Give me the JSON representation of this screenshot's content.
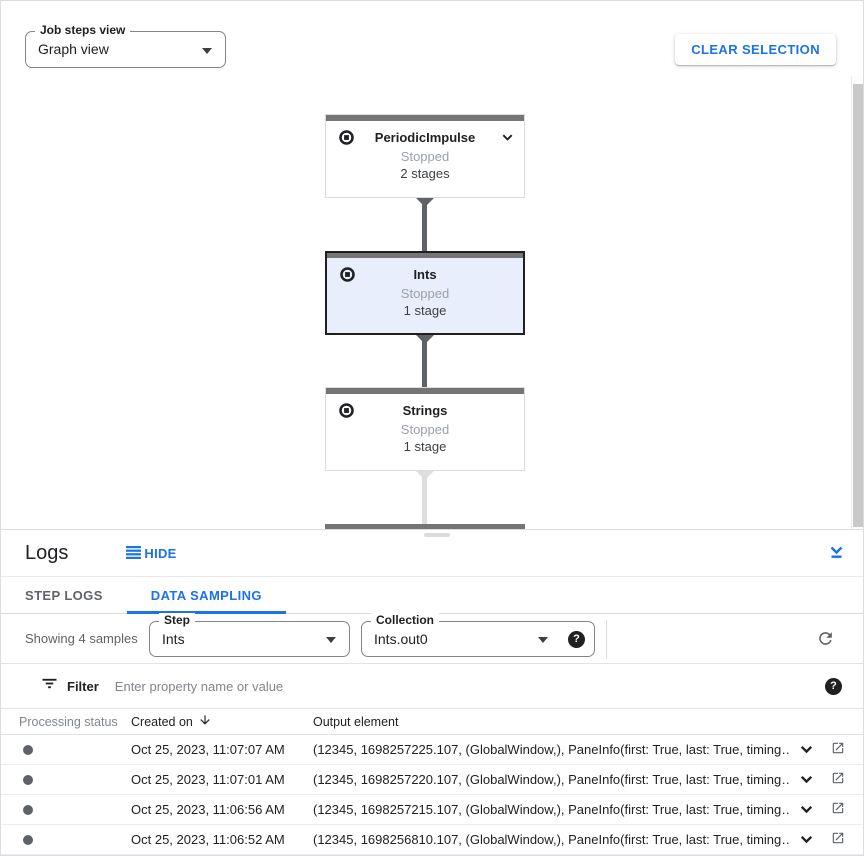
{
  "colors": {
    "accent_blue": "#1a73e8",
    "text_dark": "#202124",
    "text_gray": "#5f6368",
    "status_gray": "#9aa0a6",
    "border_gray": "#dadce0",
    "node_top_bar": "#757575",
    "selected_node_bg": "#e8eefb"
  },
  "icons": {
    "help_glyph": "?"
  },
  "toolbar": {
    "job_steps_view_label": "Job steps view",
    "job_steps_view_value": "Graph view",
    "clear_selection_label": "CLEAR SELECTION"
  },
  "graph": {
    "nodes": [
      {
        "title": "PeriodicImpulse",
        "status": "Stopped",
        "stages": "2 stages"
      },
      {
        "title": "Ints",
        "status": "Stopped",
        "stages": "1 stage"
      },
      {
        "title": "Strings",
        "status": "Stopped",
        "stages": "1 stage"
      }
    ]
  },
  "logs_panel": {
    "title": "Logs",
    "hide_label": "HIDE",
    "tabs": [
      {
        "label": "STEP LOGS"
      },
      {
        "label": "DATA SAMPLING"
      }
    ],
    "sampling": {
      "showing_text": "Showing 4 samples",
      "step_label": "Step",
      "step_value": "Ints",
      "collection_label": "Collection",
      "collection_value": "Ints.out0"
    },
    "filter": {
      "label": "Filter",
      "placeholder": "Enter property name or value"
    },
    "table": {
      "columns": [
        "Processing status",
        "Created on",
        "Output element"
      ],
      "rows": [
        {
          "created_on": "Oct 25, 2023, 11:07:07 AM",
          "output": "(12345, 1698257225.107, (GlobalWindow,), PaneInfo(first: True, last: True, timing…"
        },
        {
          "created_on": "Oct 25, 2023, 11:07:01 AM",
          "output": "(12345, 1698257220.107, (GlobalWindow,), PaneInfo(first: True, last: True, timing…"
        },
        {
          "created_on": "Oct 25, 2023, 11:06:56 AM",
          "output": "(12345, 1698257215.107, (GlobalWindow,), PaneInfo(first: True, last: True, timing…"
        },
        {
          "created_on": "Oct 25, 2023, 11:06:52 AM",
          "output": "(12345, 1698256810.107, (GlobalWindow,), PaneInfo(first: True, last: True, timing…"
        }
      ]
    }
  }
}
